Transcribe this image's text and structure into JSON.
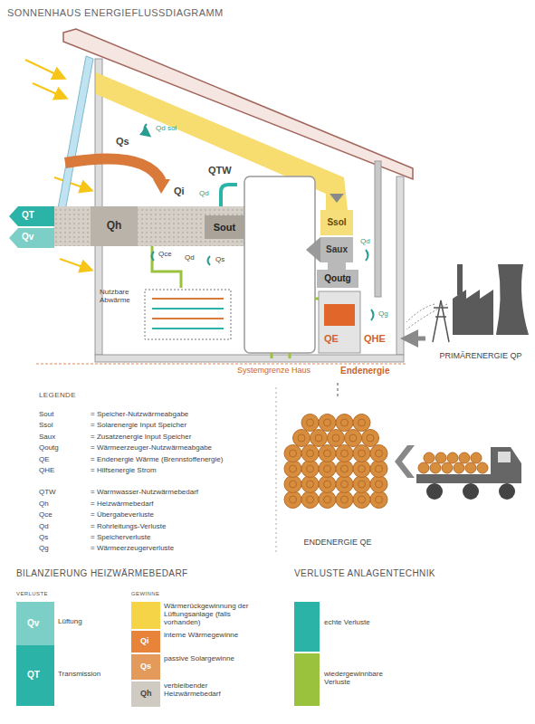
{
  "diagram": {
    "title": "SONNENHAUS ENERGIEFLUSSDIAGRAMM",
    "nodes": [
      {
        "text": [
          "Systemgrenze Haus"
        ]
      },
      {
        "text": [
          "Qh"
        ],
        "in": 0
      },
      {
        "text": [
          "Sout"
        ],
        "in": 0
      },
      {
        "text": [
          "Ssol"
        ],
        "in": 0
      },
      {
        "text": [
          "Saux"
        ],
        "in": 0
      },
      {
        "text": [
          "Qoutg"
        ],
        "in": 0
      },
      {
        "text": [
          "PRIMÄRENERGIE QP"
        ]
      },
      {
        "text": [
          "ENDENERGIE QE"
        ]
      }
    ],
    "edges": [
      {
        "from": 6,
        "to": 0,
        "arrow": "to"
      },
      {
        "from": 7,
        "to": 0,
        "arrow": "none"
      }
    ],
    "labels": [
      "Qd sol",
      "Qs",
      "QTW",
      "Qi",
      "Qd",
      "QT",
      "Qv",
      "Qce",
      "Qd",
      "Qs",
      "Nutzbare Abwärme",
      "Qd",
      "Qg",
      "QE",
      "QHE",
      "Endenergie",
      "LEGENDE",
      "Sout",
      "= Speicher-Nutzwärmeabgabe",
      "Ssol",
      "= Solarenergie Input Speicher",
      "Saux",
      "= Zusatzenergie Input Speicher",
      "Qoutg",
      "= Wärmeerzeuger-Nutzwärmeabgabe",
      "QE",
      "= Endenergie Wärme (Brennstoffenergie)",
      "QHE",
      "= Hilfsenergie Strom",
      "QTW",
      "= Warmwasser-Nutzwärmebedarf",
      "Qh",
      "= Heizwärmebedarf",
      "Qce",
      "= Übergabeverluste",
      "Qd",
      "= Rohrleitungs-Verluste",
      "Qs",
      "= Speicherverluste",
      "Qg",
      "= Wärmeerzeugerverluste",
      "BILANZIERUNG HEIZWÄRMEBEDARF",
      "VERLUSTE ANLAGENTECHNIK",
      "VERLUSTE",
      "GEWINNE",
      "Qv",
      "QT",
      "Qi",
      "Qs",
      "Qh"
    ],
    "legend": [
      {
        "text": "Lüftung",
        "color": "#7ccfc6"
      },
      {
        "text": "Transmission",
        "color": "#2ab3a6"
      },
      {
        "text": "Wärmerückgewinnung der Lüftungsanlage (falls vorhanden)",
        "color": "#f5d547"
      },
      {
        "text": "interne Wärmegewinne",
        "color": "#e8833a"
      },
      {
        "text": "passive Solargewinne",
        "color": "#e49a5a"
      },
      {
        "text": "verbleibender Heizwärmebedarf",
        "color": "#cfcac2"
      },
      {
        "text": "echte Verluste",
        "color": "#2ab3a6"
      },
      {
        "text": "wiedergewinnbare Verluste",
        "color": "#9bc23c"
      }
    ]
  }
}
